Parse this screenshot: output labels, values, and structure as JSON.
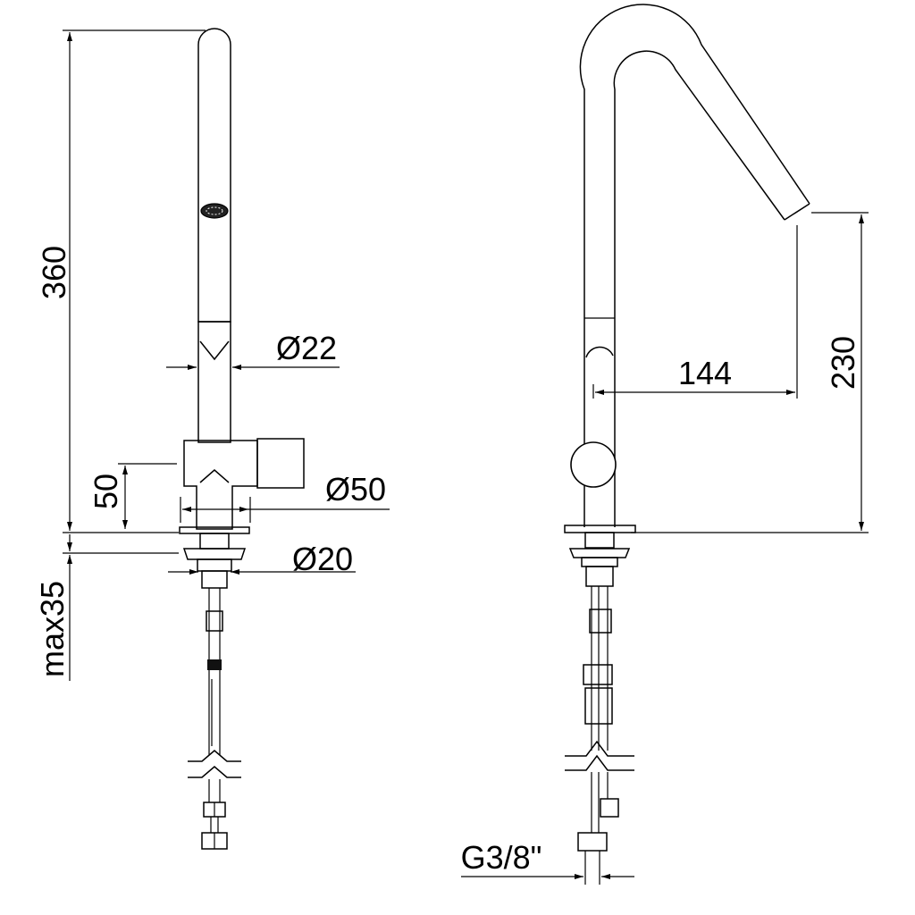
{
  "dimensions": {
    "total_height": "360",
    "spout_diameter": "Ø22",
    "lever_height": "50",
    "base_diameter": "Ø50",
    "shank_diameter": "Ø20",
    "max_deck_thickness": "max35",
    "spout_reach": "144",
    "spout_outlet_height": "230",
    "connection_thread": "G3/8\""
  }
}
